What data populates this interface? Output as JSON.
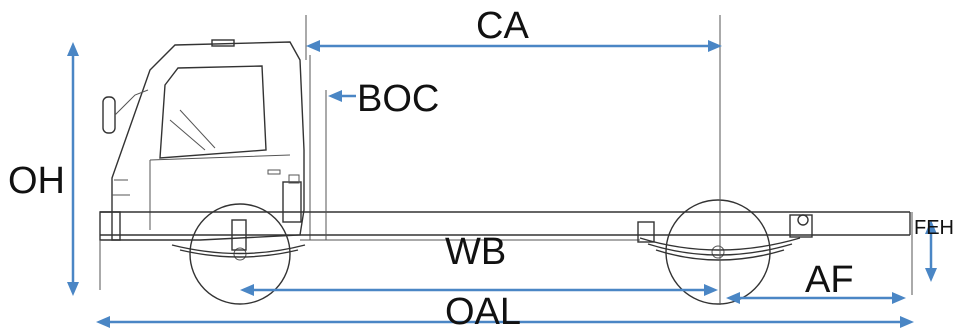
{
  "labels": {
    "ca": "CA",
    "boc": "BOC",
    "oh": "OH",
    "feh": "FEH",
    "wb": "WB",
    "af": "AF",
    "oal": "OAL"
  },
  "colors": {
    "dimension_arrow": "#4a86c5",
    "truck_line": "#333333",
    "label_text": "#111111"
  }
}
